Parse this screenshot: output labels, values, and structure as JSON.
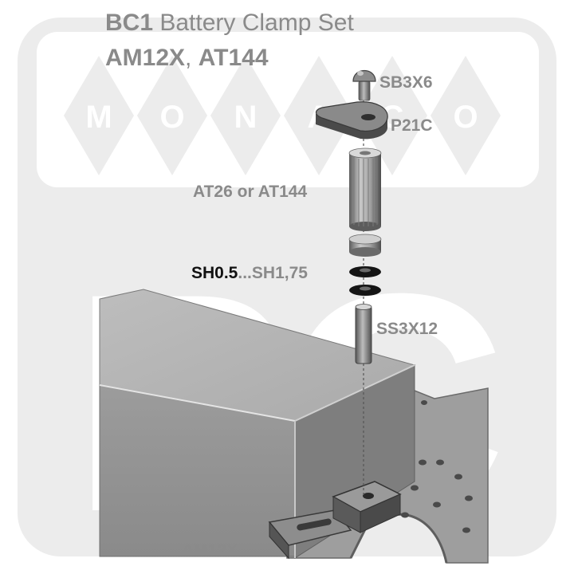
{
  "title": {
    "code": "BC1",
    "name": " Battery Clamp Set",
    "model_a": "AM12X",
    "separator": ", ",
    "model_b": "AT144"
  },
  "watermark": {
    "letters": [
      "M",
      "O",
      "N",
      "A",
      "C",
      "O"
    ],
    "monogram": "RC"
  },
  "parts": {
    "screw": "SB3X6",
    "clamp_arm": "P21C",
    "standoff": "AT26 or AT144",
    "shim_min": "SH0.5",
    "shim_range_sep": "...",
    "shim_max": "SH1,75",
    "stud": "SS3X12",
    "mount": "AM12X"
  },
  "colors": {
    "label_grey": "#8a8a8a",
    "label_dark": "#111111",
    "watermark_fill": "#ececec",
    "metal_dark": "#3a3a3a",
    "shim_black": "#151515"
  }
}
